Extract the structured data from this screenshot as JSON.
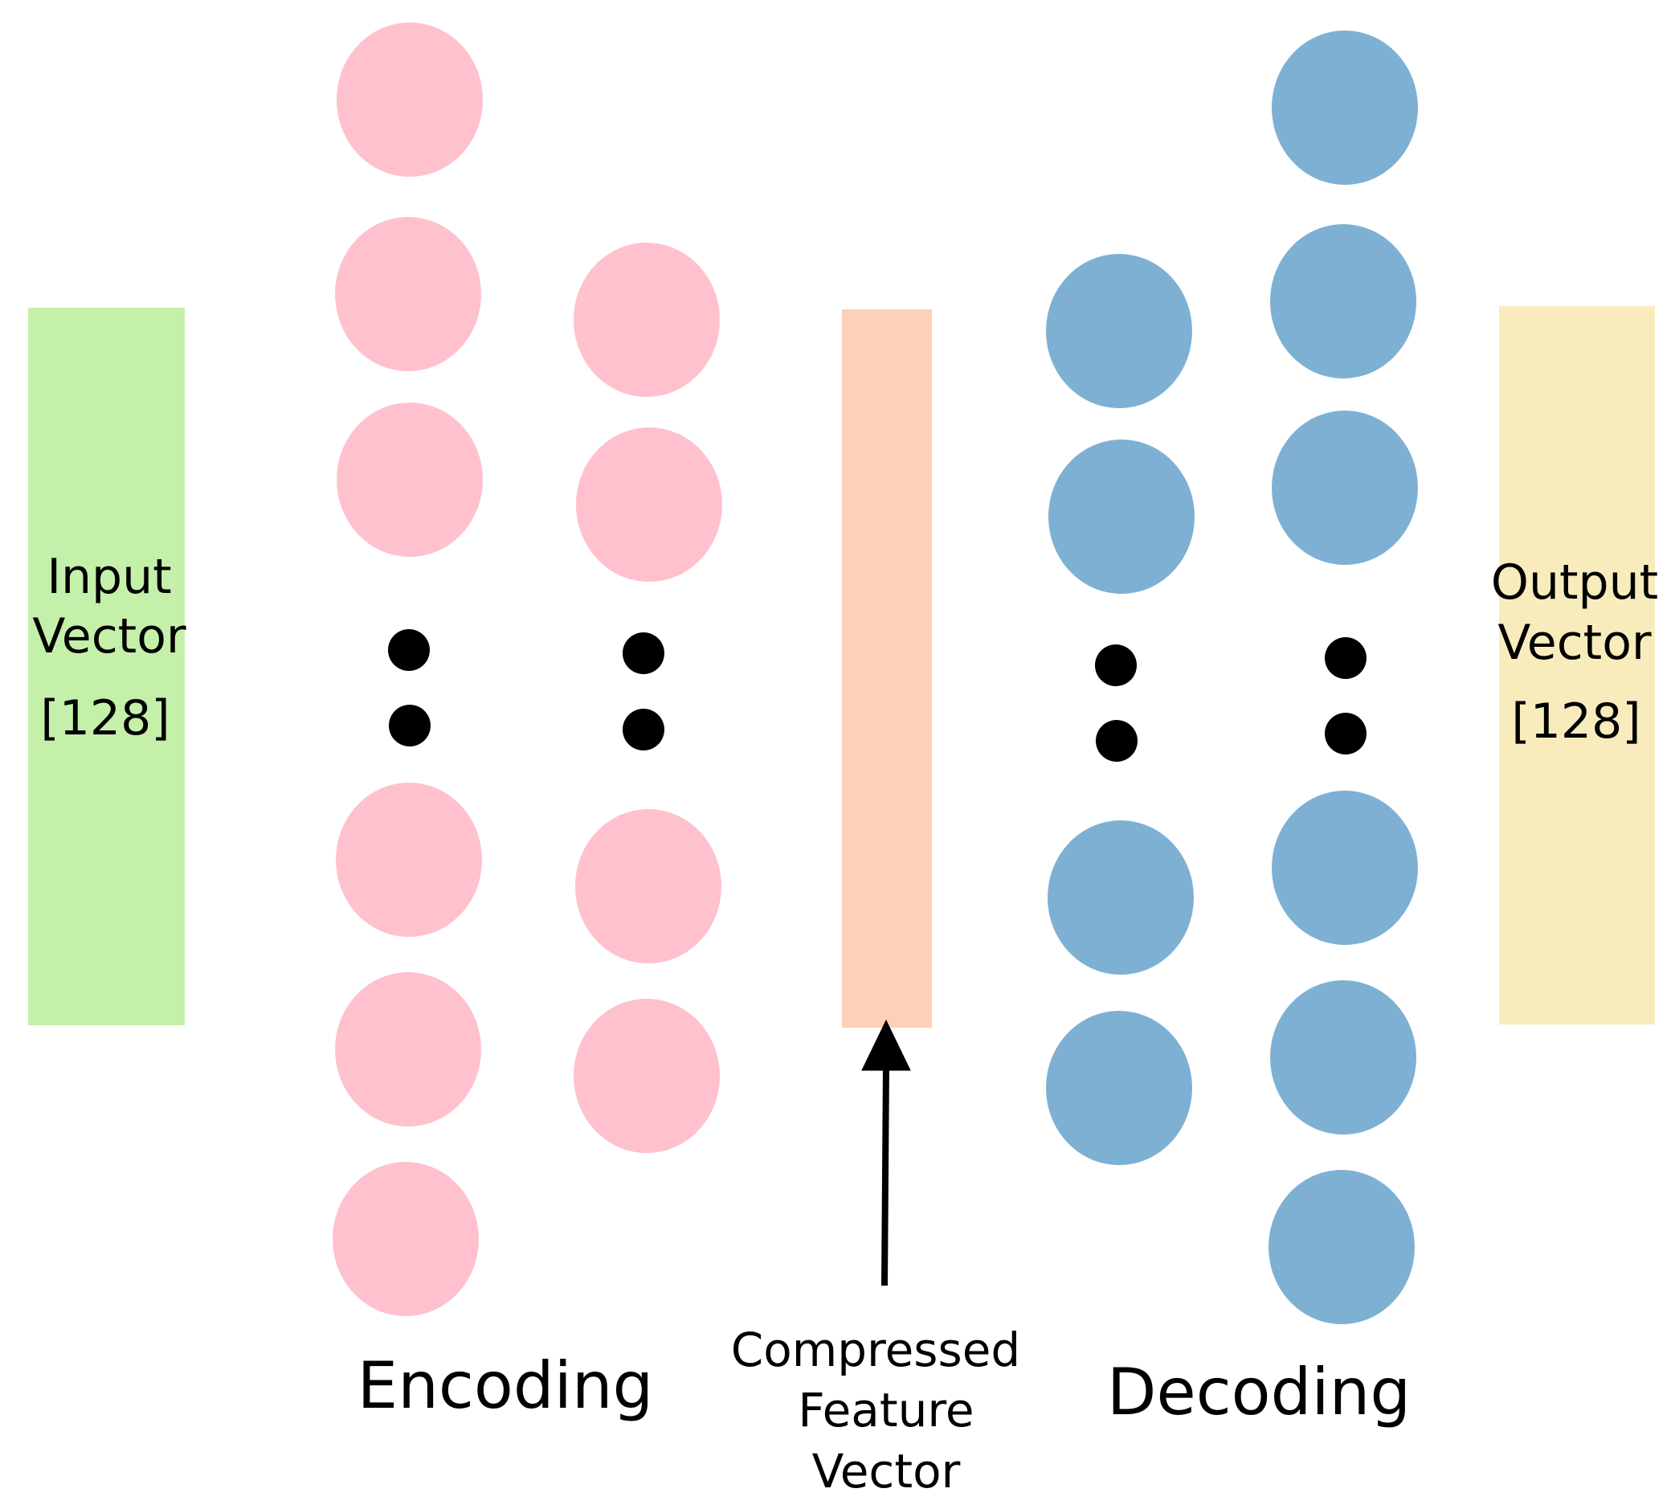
{
  "input_vector": {
    "label_line1": "Input",
    "label_line2": "Vector",
    "size": "[128]",
    "color": "#c5f0aa"
  },
  "output_vector": {
    "label_line1": "Output",
    "label_line2": "Vector",
    "size": "[128]",
    "color": "#f8ecbd"
  },
  "compressed_vector": {
    "label_line1": "Compressed",
    "label_line2": "Feature",
    "label_line3": "Vector",
    "color": "#fdd0b8"
  },
  "encoding": {
    "label": "Encoding",
    "node_color": "#ffc1cd"
  },
  "decoding": {
    "label": "Decoding",
    "node_color": "#7eb0d4"
  },
  "ellipsis_color": "#000000",
  "arrow_color": "#000000"
}
